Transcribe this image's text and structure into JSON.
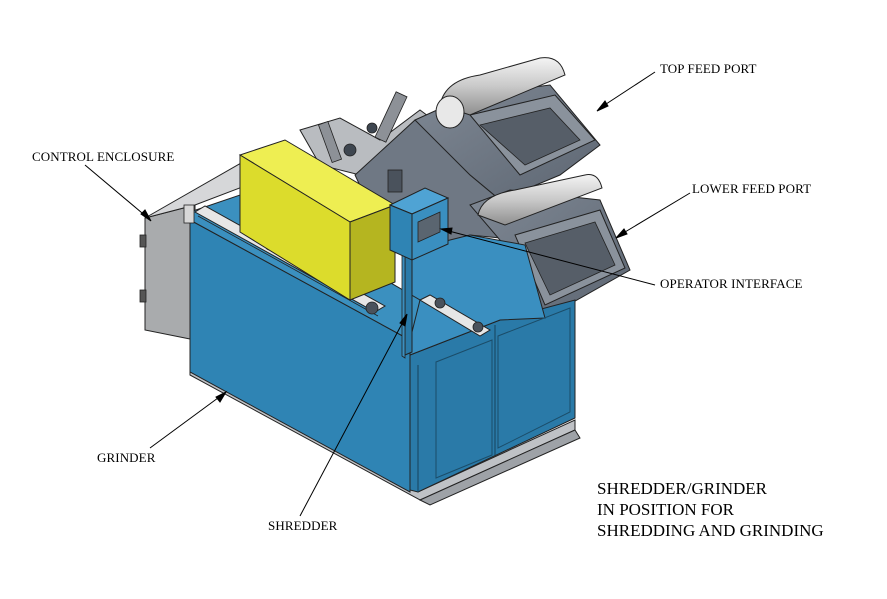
{
  "labels": {
    "top_feed_port": "TOP FEED PORT",
    "control_enclosure": "CONTROL ENCLOSURE",
    "lower_feed_port": "LOWER FEED PORT",
    "operator_interface": "OPERATOR INTERFACE",
    "grinder": "GRINDER",
    "shredder": "SHREDDER"
  },
  "caption": {
    "line1": "SHREDDER/GRINDER",
    "line2": "IN POSITION FOR",
    "line3": "SHREDDING AND GRINDING"
  },
  "colors": {
    "grinder_blue": "#2f84b4",
    "enclosure_yellow": "#dcdc2c",
    "hopper_gray": "#707a88",
    "control_box_gray": "#a9abad"
  }
}
